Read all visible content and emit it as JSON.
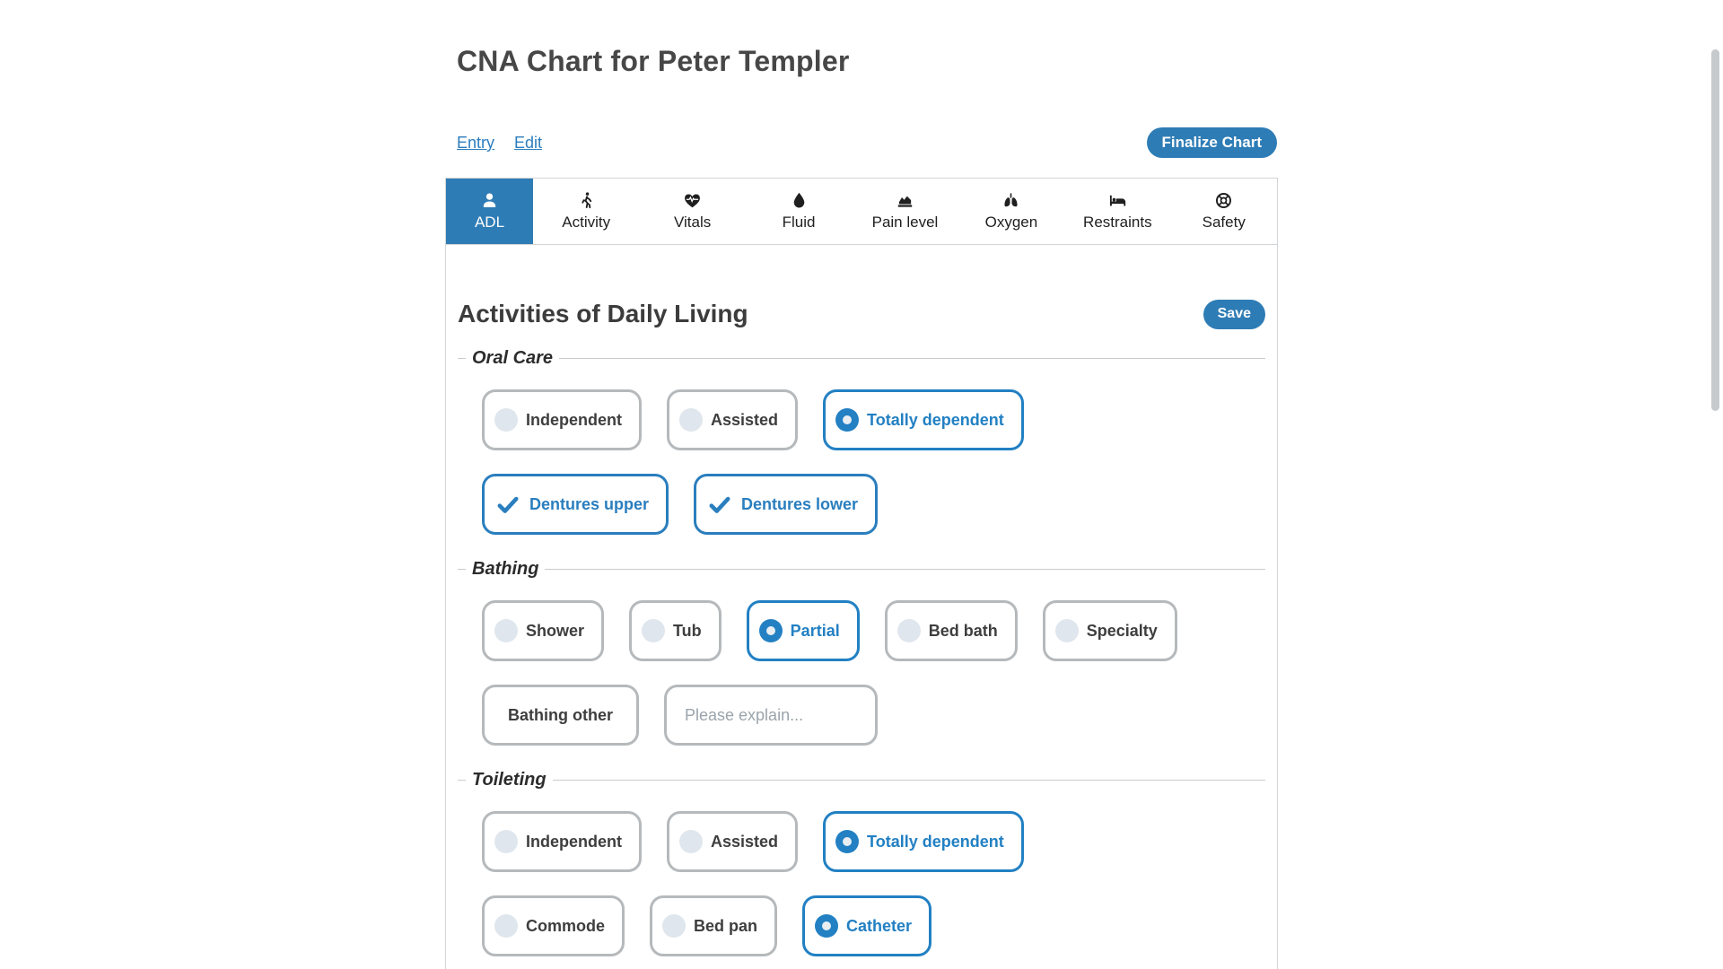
{
  "header": {
    "title": "CNA Chart for Peter Templer",
    "links": [
      "Entry",
      "Edit"
    ],
    "finalize_button": "Finalize Chart"
  },
  "tabs": [
    {
      "label": "ADL",
      "icon": "user-icon",
      "active": true
    },
    {
      "label": "Activity",
      "icon": "walking-person-icon",
      "active": false
    },
    {
      "label": "Vitals",
      "icon": "heartbeat-heart-icon",
      "active": false
    },
    {
      "label": "Fluid",
      "icon": "water-drop-icon",
      "active": false
    },
    {
      "label": "Pain level",
      "icon": "area-chart-icon",
      "active": false
    },
    {
      "label": "Oxygen",
      "icon": "lungs-icon",
      "active": false
    },
    {
      "label": "Restraints",
      "icon": "patient-bed-icon",
      "active": false
    },
    {
      "label": "Safety",
      "icon": "life-ring-icon",
      "active": false
    }
  ],
  "panel": {
    "heading": "Activities of Daily Living",
    "save_button": "Save",
    "sections": [
      {
        "legend": "Oral Care",
        "rows": [
          {
            "type": "radio",
            "options": [
              {
                "label": "Independent",
                "selected": false
              },
              {
                "label": "Assisted",
                "selected": false
              },
              {
                "label": "Totally dependent",
                "selected": true
              }
            ]
          },
          {
            "type": "checkbox",
            "options": [
              {
                "label": "Dentures upper",
                "checked": true
              },
              {
                "label": "Dentures lower",
                "checked": true
              }
            ]
          }
        ]
      },
      {
        "legend": "Bathing",
        "rows": [
          {
            "type": "radio",
            "options": [
              {
                "label": "Shower",
                "selected": false
              },
              {
                "label": "Tub",
                "selected": false
              },
              {
                "label": "Partial",
                "selected": true
              },
              {
                "label": "Bed bath",
                "selected": false
              },
              {
                "label": "Specialty",
                "selected": false
              }
            ]
          },
          {
            "type": "checkbox-with-input",
            "options": [
              {
                "label": "Bathing other",
                "checked": false
              }
            ],
            "input": {
              "value": "",
              "placeholder": "Please explain..."
            }
          }
        ]
      },
      {
        "legend": "Toileting",
        "rows": [
          {
            "type": "radio",
            "options": [
              {
                "label": "Independent",
                "selected": false
              },
              {
                "label": "Assisted",
                "selected": false
              },
              {
                "label": "Totally dependent",
                "selected": true
              }
            ]
          },
          {
            "type": "radio",
            "options": [
              {
                "label": "Commode",
                "selected": false
              },
              {
                "label": "Bed pan",
                "selected": false
              },
              {
                "label": "Catheter",
                "selected": true
              }
            ]
          }
        ]
      }
    ]
  },
  "colors": {
    "accent_blue": "#2e7cb5",
    "selected_card_blue": "#2280c3",
    "link_blue": "#2d7dbe",
    "card_border_gray": "#b6b9bb",
    "circle_fill": "#dfe6ed",
    "text_dark": "#3e3e3e"
  }
}
